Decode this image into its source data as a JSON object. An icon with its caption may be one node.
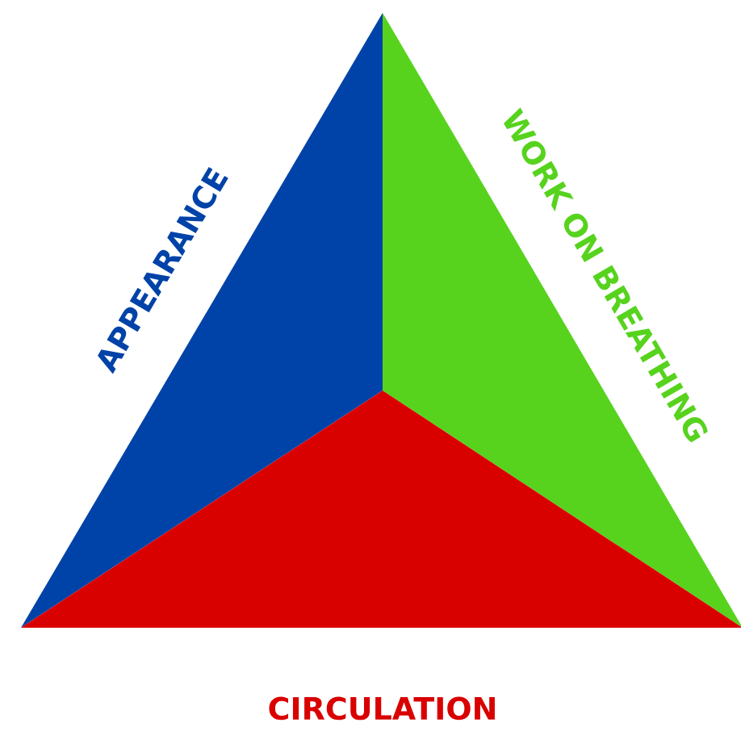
{
  "diagram": {
    "nodes": [
      {
        "text": [
          "APPEARANCE"
        ]
      },
      {
        "text": [
          "WORK ON BREATHING"
        ]
      },
      {
        "text": [
          "CIRCULATION"
        ]
      }
    ]
  }
}
